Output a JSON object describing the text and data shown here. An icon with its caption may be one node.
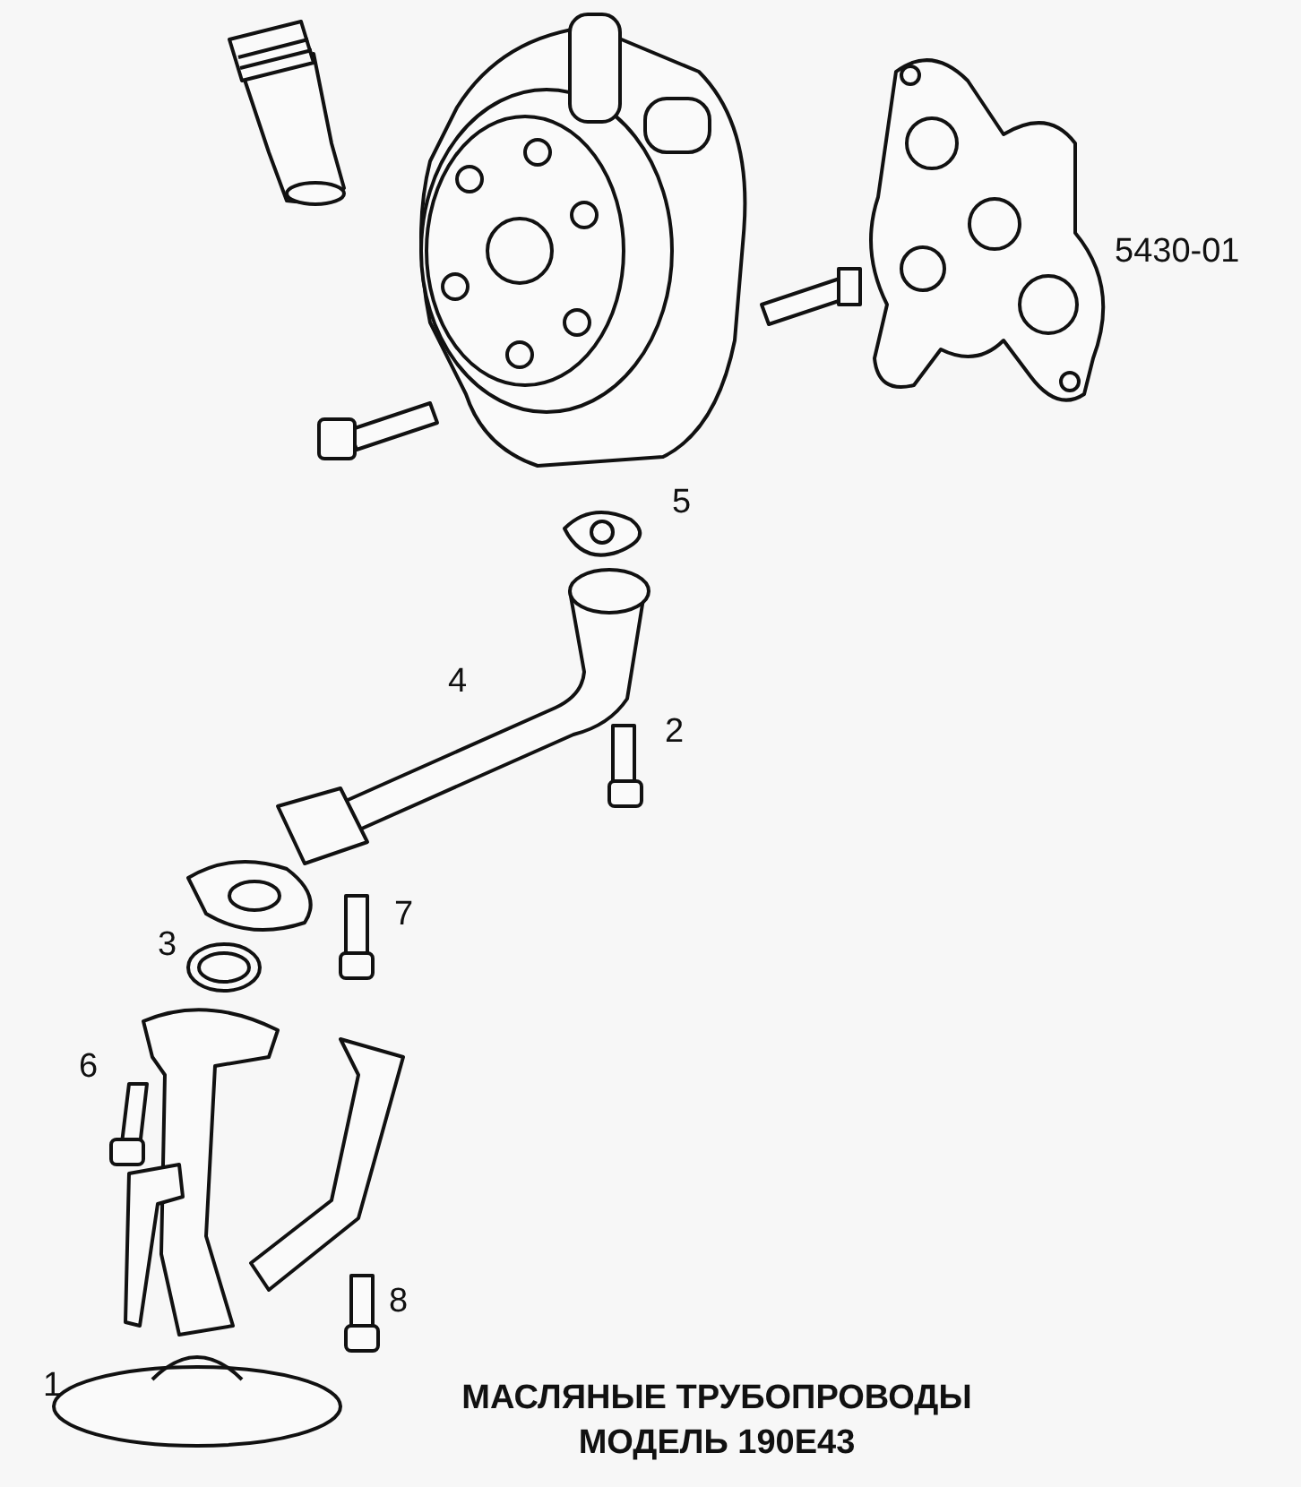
{
  "diagram": {
    "title": "МАСЛЯНЫЕ ТРУБОПРОВОДЫ МОДЕЛЬ 190E43",
    "labels": [
      "5430-01",
      "5",
      "4",
      "2",
      "7",
      "3",
      "6",
      "8",
      "1"
    ]
  }
}
